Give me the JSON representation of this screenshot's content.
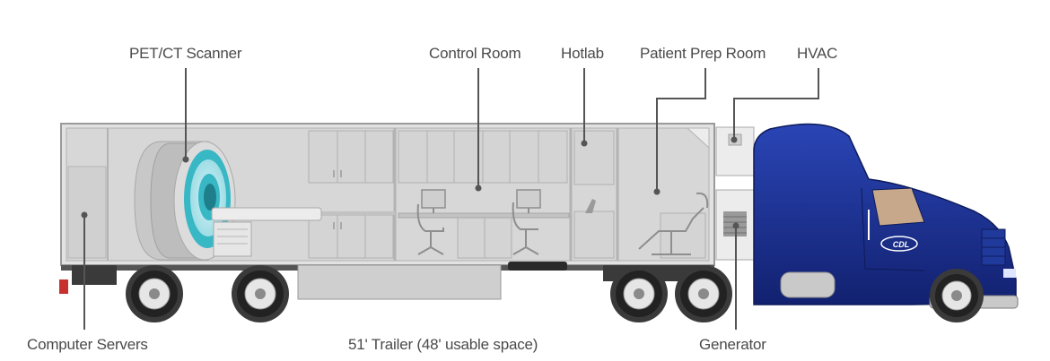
{
  "labels": {
    "pet_ct_scanner": "PET/CT Scanner",
    "control_room": "Control Room",
    "hotlab": "Hotlab",
    "patient_prep_room": "Patient Prep Room",
    "hvac": "HVAC",
    "computer_servers": "Computer Servers",
    "trailer": "51' Trailer (48' usable space)",
    "generator": "Generator"
  },
  "logo": {
    "text": "CDL"
  },
  "colors": {
    "trailer_fill": "#d9d9d9",
    "trailer_outline": "#9a9a9a",
    "leader_line": "#555555",
    "truck_blue": "#1a2f8a",
    "scanner_teal": "#38b7c4",
    "label_text": "#4a4a4a"
  }
}
